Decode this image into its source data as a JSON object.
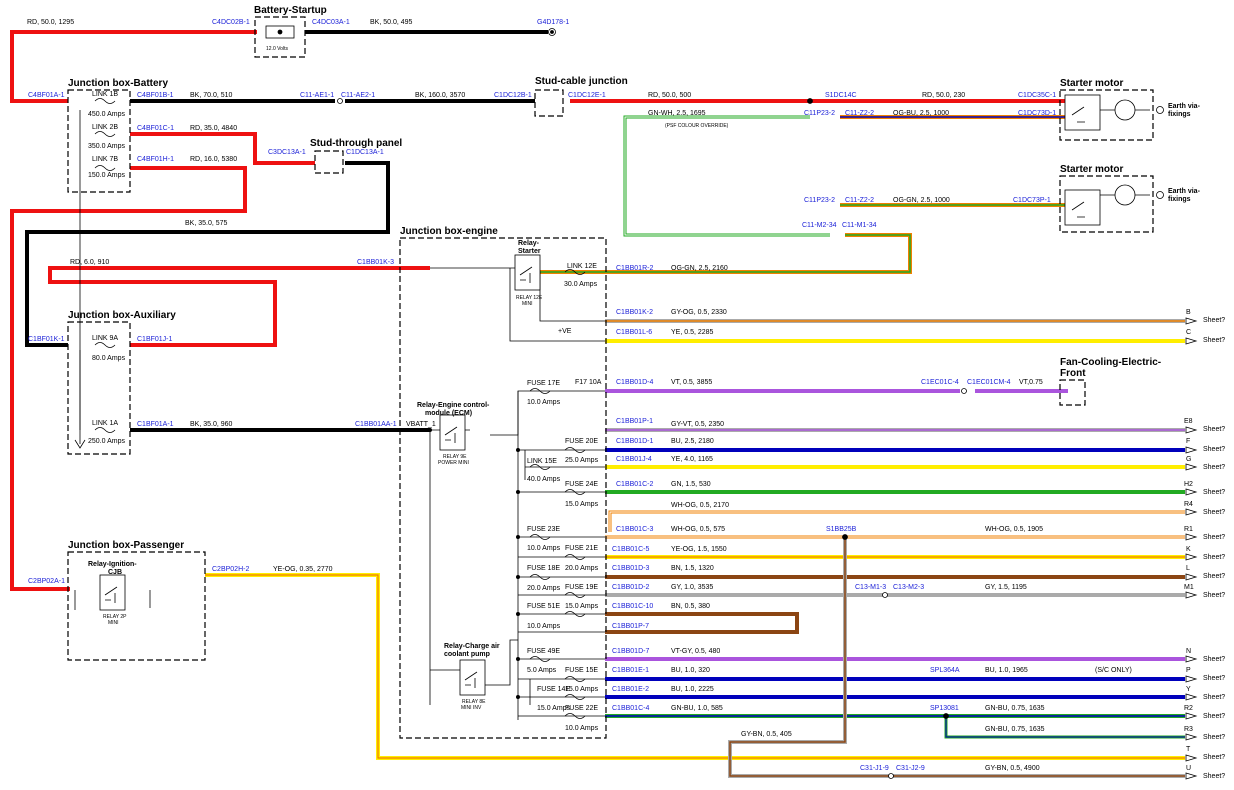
{
  "titles": {
    "battery_startup": "Battery-Startup",
    "jb_battery": "Junction box-Battery",
    "stud_cable": "Stud-cable junction",
    "stud_through": "Stud-through panel",
    "jb_engine": "Junction box-engine",
    "jb_auxiliary": "Junction box-Auxiliary",
    "jb_passenger": "Junction box-Passenger",
    "starter1": "Starter motor",
    "starter2": "Starter motor",
    "fan1": "Fan-Cooling-Electric-",
    "fan2": "Front",
    "relay_starter1": "Relay-",
    "relay_starter2": "Starter",
    "relay_ecm1": "Relay-Engine control-",
    "relay_ecm2": "module (ECM)",
    "relay_ign1": "Relay-Ignition-",
    "relay_ign2": "CJB",
    "relay_cac1": "Relay-Charge air",
    "relay_cac2": "coolant pump",
    "earth1a": "Earth via-",
    "earth1b": "fixings",
    "earth2a": "Earth via-",
    "earth2b": "fixings"
  },
  "connectors": {
    "c4dc02b": "C4DC02B-1",
    "c4dc03a": "C4DC03A-1",
    "g4d178": "G4D178-1",
    "c4bf01a": "C4BF01A-1",
    "c4bf01b": "C4BF01B-1",
    "c4bf01c": "C4BF01C-1",
    "c4bf01h": "C4BF01H-1",
    "c11ae1": "C11-AE1-1",
    "c11ae2": "C11-AE2-1",
    "c1dc12b": "C1DC12B-1",
    "c1dc12e": "C1DC12E-1",
    "s1dc14c": "S1DC14C",
    "c1dc35c": "C1DC35C-1",
    "c1dc73d": "C1DC73D-1",
    "c11p23_2": "C11P23-2",
    "c11z2_2": "C11-Z2-2",
    "c11p23_2b": "C11P23-2",
    "c11z2_2b": "C11-Z2-2",
    "c1dc73p": "C1DC73P-1",
    "c11m2": "C11-M2-34",
    "c11m1": "C11-M1-34",
    "c3dc13a": "C3DC13A-1",
    "c1dc13a": "C1DC13A-1",
    "c1bb01k3": "C1BB01K-3",
    "c1bf01k": "C1BF01K-1",
    "c1bf01j": "C1BF01J-1",
    "c1bf01a": "C1BF01A-1",
    "c1bb01aa": "C1BB01AA-1",
    "c2bp02a": "C2BP02A-1",
    "c2bp02h": "C2BP02H-2",
    "c1bb01r2": "C1BB01R-2",
    "c1bb01k2": "C1BB01K-2",
    "c1bb01l6": "C1BB01L-6",
    "c1bb01d4": "C1BB01D-4",
    "c1ec01c": "C1EC01C-4",
    "c1ec01cm": "C1EC01CM-4",
    "c1bb01p1": "C1BB01P-1",
    "c1bb01d1": "C1BB01D-1",
    "c1bb01j4": "C1BB01J-4",
    "c1bb01c2": "C1BB01C-2",
    "c1bb01c3": "C1BB01C-3",
    "s1bb25b": "S1BB25B",
    "c1bb01c5": "C1BB01C-5",
    "c1bb01d3": "C1BB01D-3",
    "c1bb01d2": "C1BB01D-2",
    "c13m1": "C13-M1-3",
    "c13m2": "C13-M2-3",
    "c1bb01c10": "C1BB01C-10",
    "c1bb01p7": "C1BB01P-7",
    "c1bb01d7": "C1BB01D-7",
    "c1bb01e1": "C1BB01E-1",
    "spl364a": "SPL364A",
    "c1bb01e2": "C1BB01E-2",
    "c1bb01c4": "C1BB01C-4",
    "sp13081": "SP13081",
    "c31j1": "C31-J1-9",
    "c31j2": "C31-J2-9"
  },
  "wires": {
    "w_rd_1295": "RD, 50.0, 1295",
    "w_bk_495": "BK, 50.0, 495",
    "w_bk_510": "BK, 70.0, 510",
    "w_bk_3570": "BK, 160.0, 3570",
    "w_rd_500": "RD, 50.0, 500",
    "w_rd_230": "RD, 50.0, 230",
    "w_gnwh_1695": "GN-WH, 2.5, 1695",
    "w_psf": "(PSF COLOUR OVERRIDE)",
    "w_ogbu_1000": "OG-BU, 2.5, 1000",
    "w_oggn_1000": "OG-GN, 2.5, 1000",
    "w_rd_4840": "RD, 35.0, 4840",
    "w_rd_5380": "RD, 16.0, 5380",
    "w_bk_575": "BK, 35.0, 575",
    "w_rd_910": "RD, 6.0, 910",
    "w_bk_960": "BK, 35.0, 960",
    "w_yeog_2770": "YE-OG, 0.35, 2770",
    "w_oggn_2160": "OG-GN, 2.5, 2160",
    "w_gyog_2330": "GY-OG, 0.5, 2330",
    "w_ye_2285": "YE, 0.5, 2285",
    "w_vt_3855": "VT, 0.5, 3855",
    "w_vt_075": "VT,0.75",
    "w_gyvt_2350": "GY-VT, 0.5, 2350",
    "w_bu_2180": "BU, 2.5, 2180",
    "w_ye_1165": "YE, 4.0, 1165",
    "w_gn_530": "GN, 1.5, 530",
    "w_whog_2170": "WH-OG, 0.5, 2170",
    "w_whog_575": "WH-OG, 0.5, 575",
    "w_whog_1905": "WH-OG, 0.5, 1905",
    "w_yeog_1550": "YE-OG, 1.5, 1550",
    "w_bn_1320": "BN, 1.5, 1320",
    "w_gy_3535": "GY, 1.0, 3535",
    "w_gy_1195": "GY, 1.5, 1195",
    "w_bn_380": "BN, 0.5, 380",
    "w_vtgy_480": "VT-GY, 0.5, 480",
    "w_bu_320": "BU, 1.0, 320",
    "w_bu_1965": "BU, 1.0, 1965",
    "w_sc": "(S/C ONLY)",
    "w_bu_2225": "BU, 1.0, 2225",
    "w_gnbu_585": "GN-BU, 1.0, 585",
    "w_gnbu_1635a": "GN-BU, 0.75, 1635",
    "w_gnbu_1635b": "GN-BU, 0.75, 1635",
    "w_gybn_405": "GY-BN, 0.5, 405",
    "w_gybn_4900": "GY-BN, 0.5, 4900"
  },
  "components": {
    "batt_v": "12.0 Volts",
    "link1b": "LINK 1B",
    "link1b_a": "450.0 Amps",
    "link2b": "LINK 2B",
    "link2b_a": "350.0 Amps",
    "link7b": "LINK 7B",
    "link7b_a": "150.0 Amps",
    "link9a": "LINK 9A",
    "link9a_a": "80.0 Amps",
    "link1a": "LINK 1A",
    "link1a_a": "250.0 Amps",
    "link12e": "LINK 12E",
    "link12e_a": "30.0 Amps",
    "link15e": "LINK 15E",
    "link15e_a": "40.0 Amps",
    "relay12e_1": "RELAY 12E",
    "relay12e_2": "MINI",
    "pve": "+VE",
    "relay9e_1": "RELAY 9E",
    "relay9e_2": "POWER MINI",
    "vbatt": "VBATT_1",
    "relay2p_1": "RELAY 2P",
    "relay2p_2": "MINI",
    "relay8e_1": "RELAY 8E",
    "relay8e_2": "MINI INV",
    "fuse17e": "FUSE 17E",
    "fuse17e_a": "10.0 Amps",
    "f17": "F17 10A",
    "fuse20e": "FUSE 20E",
    "fuse20e_a": "25.0 Amps",
    "fuse24e": "FUSE 24E",
    "fuse24e_a": "15.0 Amps",
    "fuse23e": "FUSE 23E",
    "fuse23e_a": "10.0 Amps",
    "fuse21e": "FUSE 21E",
    "fuse21e_a": "20.0 Amps",
    "fuse18e": "FUSE 18E",
    "fuse18e_a": "20.0 Amps",
    "fuse19e": "FUSE 19E",
    "fuse19e_a": "15.0 Amps",
    "fuse51e": "FUSE 51E",
    "fuse51e_a": "10.0 Amps",
    "fuse49e": "FUSE 49E",
    "fuse49e_a": "5.0 Amps",
    "fuse15e": "FUSE 15E",
    "fuse15e_a": "15.0 Amps",
    "fuse14e": "FUSE 14E",
    "fuse14e_a": "15.0 Amps",
    "fuse22e": "FUSE 22E",
    "fuse22e_a": "10.0 Amps"
  },
  "sheet_refs": {
    "b": "B",
    "c": "C",
    "e8": "E8",
    "f": "F",
    "g": "G",
    "h2": "H2",
    "r4": "R4",
    "r1": "R1",
    "k": "K",
    "l": "L",
    "m1": "M1",
    "n": "N",
    "p": "P",
    "y": "Y",
    "r2": "R2",
    "r3": "R3",
    "t": "T",
    "u": "U",
    "sheet": "Sheet?"
  },
  "colors": {
    "RD": "#ee1111",
    "BK": "#000000",
    "GN": "#22aa22",
    "WH": "#ffffff",
    "OG": "#f08000",
    "BU": "#0000bb",
    "YE": "#ffee00",
    "GY": "#aaaaaa",
    "VT": "#aa55dd",
    "BN": "#8b4513"
  }
}
